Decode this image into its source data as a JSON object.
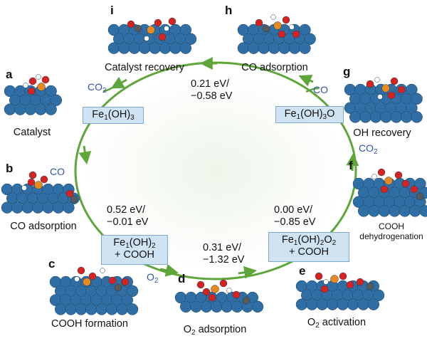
{
  "steps": [
    {
      "letter": "a",
      "caption": "Catalyst"
    },
    {
      "letter": "b",
      "caption": "CO adsorption"
    },
    {
      "letter": "c",
      "caption": "COOH formation"
    },
    {
      "letter": "d",
      "caption_main": "O",
      "caption_sub": "2",
      "caption_rest": " adsorption"
    },
    {
      "letter": "e",
      "caption_main": "O",
      "caption_sub": "2",
      "caption_rest": " activation"
    },
    {
      "letter": "f",
      "caption_line1": "COOH",
      "caption_line2": "dehydrogenation"
    },
    {
      "letter": "g",
      "caption": "OH recovery"
    },
    {
      "letter": "h",
      "caption": "CO adsorption"
    },
    {
      "letter": "i",
      "caption": "Catalyst recovery"
    }
  ],
  "intermediates": [
    {
      "main": "Fe",
      "sub1": "1",
      "mid": "(OH)",
      "sub2": "3",
      "tail": ""
    },
    {
      "main": "Fe",
      "sub1": "1",
      "mid": "(OH)",
      "sub2": "2",
      "tail": "",
      "line2": "+ COOH"
    },
    {
      "main": "Fe",
      "sub1": "1",
      "mid": "(OH)",
      "sub2": "2",
      "tail": "O",
      "sub3": "2",
      "line2": "+ COOH"
    },
    {
      "main": "Fe",
      "sub1": "1",
      "mid": "(OH)",
      "sub2": "3",
      "tail": "O"
    }
  ],
  "energies": [
    {
      "line1": "0.52 eV/",
      "line2": "−0.01 eV"
    },
    {
      "line1": "0.31 eV/",
      "line2": "−1.32 eV"
    },
    {
      "line1": "0.00 eV/",
      "line2": "−0.85 eV"
    },
    {
      "line1": "0.21 eV/",
      "line2": "−0.58 eV"
    }
  ],
  "gases": [
    {
      "main": "CO",
      "sub": "2"
    },
    {
      "main": "CO",
      "sub": ""
    },
    {
      "main": "O",
      "sub": "2"
    },
    {
      "main": "CO",
      "sub": "2"
    },
    {
      "main": "CO",
      "sub": ""
    }
  ],
  "colors": {
    "cycle": "#5ea63a",
    "box_fill": "#cfe3f3",
    "gas_text": "#3154a6",
    "surface_atom": "#2f6fa6",
    "iron": "#e98a1e",
    "oxygen": "#d7231f",
    "hydrogen": "#ffffff",
    "carbon": "#5a5a5a"
  }
}
